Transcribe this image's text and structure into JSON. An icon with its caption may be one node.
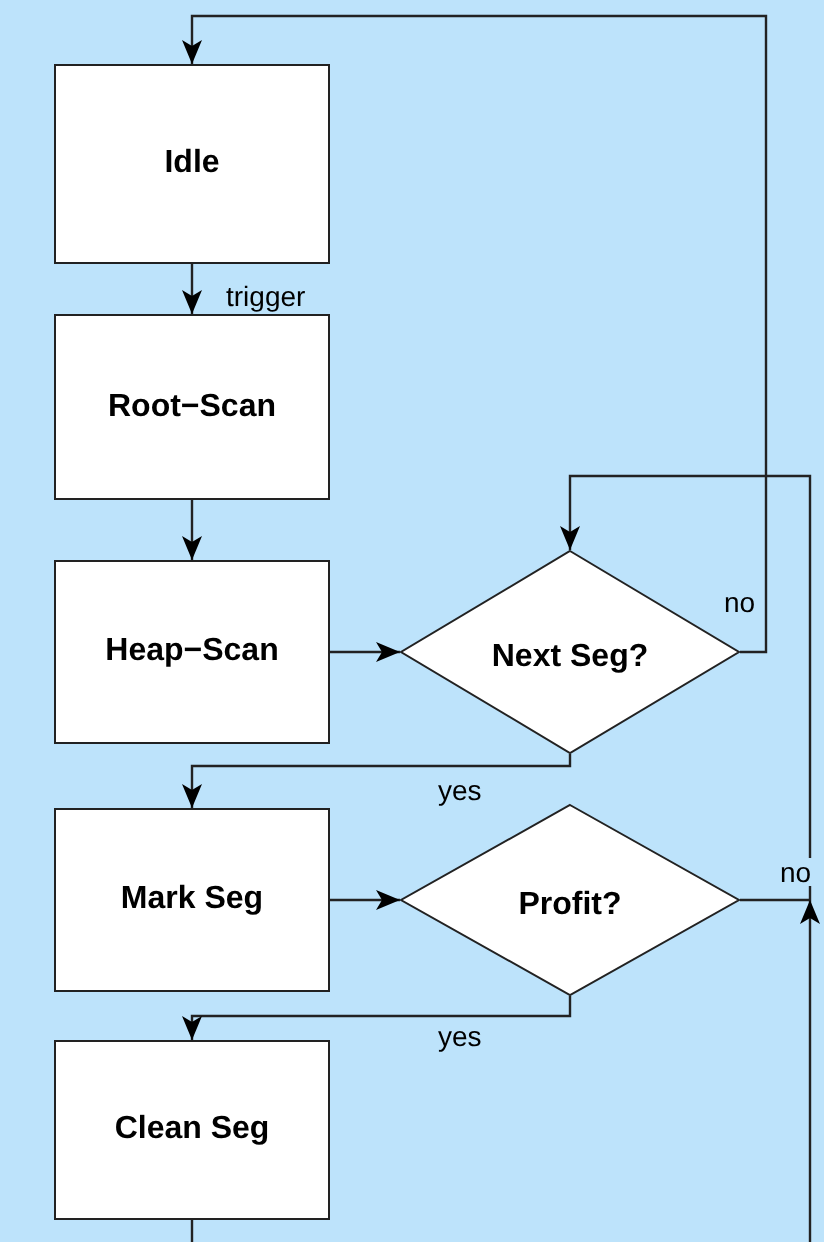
{
  "diagram": {
    "nodes": [
      {
        "text": [
          "Idle"
        ]
      },
      {
        "text": [
          "Root−Scan"
        ]
      },
      {
        "text": [
          "Heap−Scan"
        ]
      },
      {
        "text": [
          "Next Seg?"
        ]
      },
      {
        "text": [
          "Mark Seg"
        ]
      },
      {
        "text": [
          "Profit?"
        ]
      },
      {
        "text": [
          "Clean Seg"
        ]
      }
    ],
    "edges": [
      {
        "from": 0,
        "to": 1,
        "arrow": "to",
        "label": "trigger"
      },
      {
        "from": 1,
        "to": 2,
        "arrow": "to"
      },
      {
        "from": 2,
        "to": 3,
        "arrow": "to"
      },
      {
        "from": 3,
        "to": 0,
        "arrow": "to",
        "label": "no"
      },
      {
        "from": 3,
        "to": 4,
        "arrow": "to",
        "label": "yes"
      },
      {
        "from": 4,
        "to": 5,
        "arrow": "to"
      },
      {
        "from": 5,
        "to": 6,
        "arrow": "to",
        "label": "yes"
      },
      {
        "from": 5,
        "to": 3,
        "arrow": "to",
        "label": "no"
      },
      {
        "from": 6,
        "to": 3,
        "arrow": "to"
      }
    ]
  }
}
